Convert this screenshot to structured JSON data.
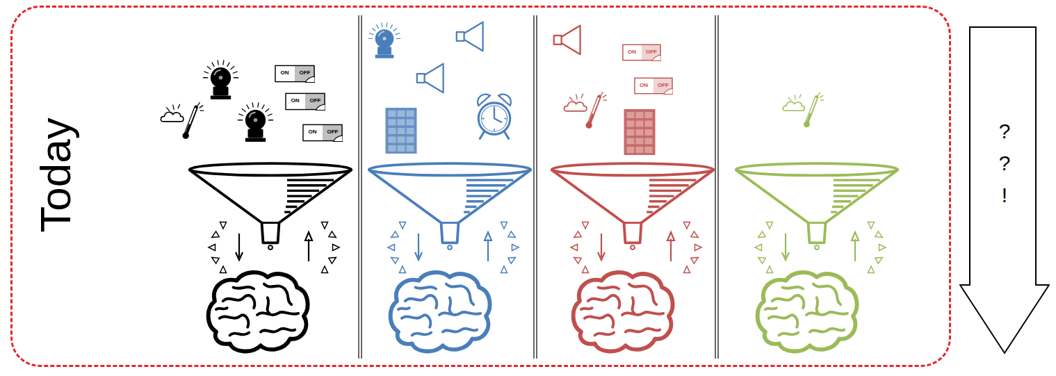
{
  "diagram": {
    "nodes": [
      {
        "text": [
          "Today"
        ]
      },
      {
        "text": [
          "? ? !"
        ]
      }
    ],
    "labels": [
      "ON",
      "OFF",
      "ON",
      "OFF",
      "ON",
      "OFF",
      "ON",
      "OFF",
      "ON",
      "OFF"
    ]
  }
}
